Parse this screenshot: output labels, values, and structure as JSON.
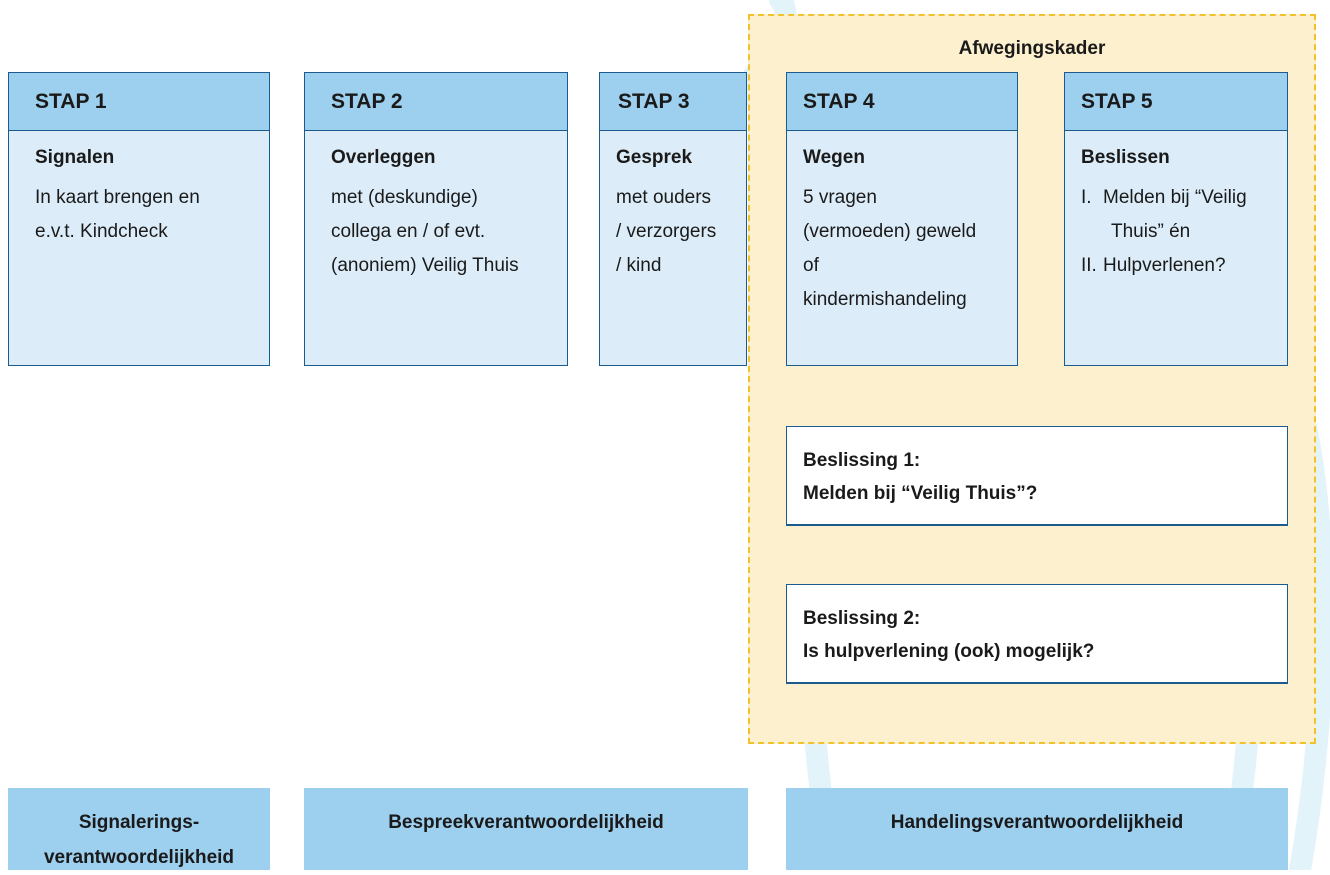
{
  "frame": {
    "title": "Afwegingskader"
  },
  "steps": [
    {
      "label": "STAP 1",
      "subtitle": "Signalen",
      "lines": [
        "In kaart brengen en",
        "e.v.t. Kindcheck"
      ]
    },
    {
      "label": "STAP 2",
      "subtitle": "Overleggen",
      "lines": [
        "met (deskundige)",
        "collega en / of evt.",
        "(anoniem) Veilig Thuis"
      ]
    },
    {
      "label": "STAP 3",
      "subtitle": "Gesprek",
      "lines": [
        "met ouders",
        "/ verzorgers",
        "/ kind"
      ]
    },
    {
      "label": "STAP 4",
      "subtitle": "Wegen",
      "lines": [
        "5 vragen",
        "(vermoeden) geweld",
        "of",
        "kindermishandeling"
      ]
    },
    {
      "label": "STAP 5",
      "subtitle": "Beslissen",
      "items": [
        {
          "num": "I.",
          "lines": [
            "Melden bij “Veilig",
            "Thuis” én"
          ]
        },
        {
          "num": "II.",
          "lines": [
            "Hulpverlenen?"
          ]
        }
      ]
    }
  ],
  "decisions": [
    {
      "title": "Beslissing 1:",
      "question": "Melden bij “Veilig Thuis”?"
    },
    {
      "title": "Beslissing 2:",
      "question": "Is hulpverlening (ook) mogelijk?"
    }
  ],
  "responsibilities": [
    {
      "lines": [
        "Signalerings-",
        "verantwoordelijkheid"
      ]
    },
    {
      "lines": [
        "Bespreekverantwoordelijkheid"
      ]
    },
    {
      "lines": [
        "Handelingsverantwoordelijkheid"
      ]
    }
  ],
  "colors": {
    "header_blue": "#9dcfef",
    "body_blue": "#dcedf9",
    "border_blue": "#1c5b8e",
    "frame_fill": "#fdf0cf",
    "frame_border": "#f2c12e"
  }
}
